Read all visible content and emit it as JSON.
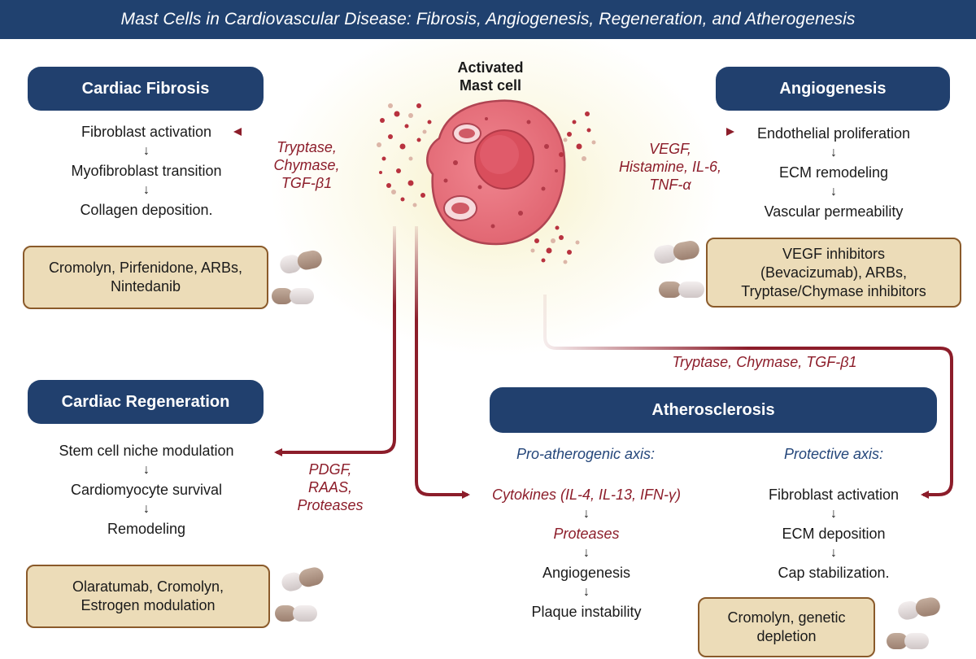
{
  "title": "Mast Cells in Cardiovascular Disease: Fibrosis, Angiogenesis, Regeneration, and Atherogenesis",
  "center": {
    "line1": "Activated",
    "line2": "Mast cell"
  },
  "arrow_glyph": "↓",
  "fibrosis": {
    "heading": "Cardiac Fibrosis",
    "steps": [
      "Fibroblast activation",
      "Myofibroblast transition",
      "Collagen deposition."
    ],
    "mediators": [
      "Tryptase,",
      "Chymase,",
      "TGF-β1"
    ],
    "drugs": [
      "Cromolyn, Pirfenidone, ARBs,",
      "Nintedanib"
    ]
  },
  "angiogenesis": {
    "heading": "Angiogenesis",
    "steps": [
      "Endothelial proliferation",
      "ECM remodeling",
      "Vascular permeability"
    ],
    "mediators": [
      "VEGF,",
      "Histamine, IL-6,",
      "TNF-α"
    ],
    "drugs": [
      "VEGF inhibitors",
      "(Bevacizumab), ARBs,",
      "Tryptase/Chymase inhibitors"
    ]
  },
  "regeneration": {
    "heading": "Cardiac Regeneration",
    "steps": [
      "Stem cell niche modulation",
      "Cardiomyocyte survival",
      "Remodeling"
    ],
    "mediators": [
      "PDGF,",
      "RAAS,",
      "Proteases"
    ],
    "drugs": [
      "Olaratumab, Cromolyn,",
      "Estrogen modulation"
    ]
  },
  "atherosclerosis": {
    "heading": "Atherosclerosis",
    "top_mediators": "Tryptase, Chymase, TGF-β1",
    "pro_axis": {
      "label": "Pro-atherogenic axis:",
      "steps": [
        "Cytokines (IL-4, IL-13, IFN-γ)",
        "Proteases",
        "Angiogenesis",
        "Plaque instability"
      ]
    },
    "protective_axis": {
      "label": "Protective axis:",
      "steps": [
        "Fibroblast activation",
        "ECM deposition",
        "Cap stabilization."
      ]
    },
    "drugs": [
      "Cromolyn, genetic",
      "depletion"
    ]
  },
  "colors": {
    "title_bar": "#20416f",
    "pill": "#21406e",
    "arrow": "#8c1d2a",
    "mediator_text": "#8c1d2a",
    "axis_text": "#24467a",
    "drug_box_fill": "#ecdcb8",
    "drug_box_border": "#8a5a2a",
    "cell_body": "#e8747f",
    "glow": "#f6f0c4"
  },
  "icons": [
    "mast-cell-icon",
    "capsule-pill-icon",
    "granule-dots-icon"
  ]
}
